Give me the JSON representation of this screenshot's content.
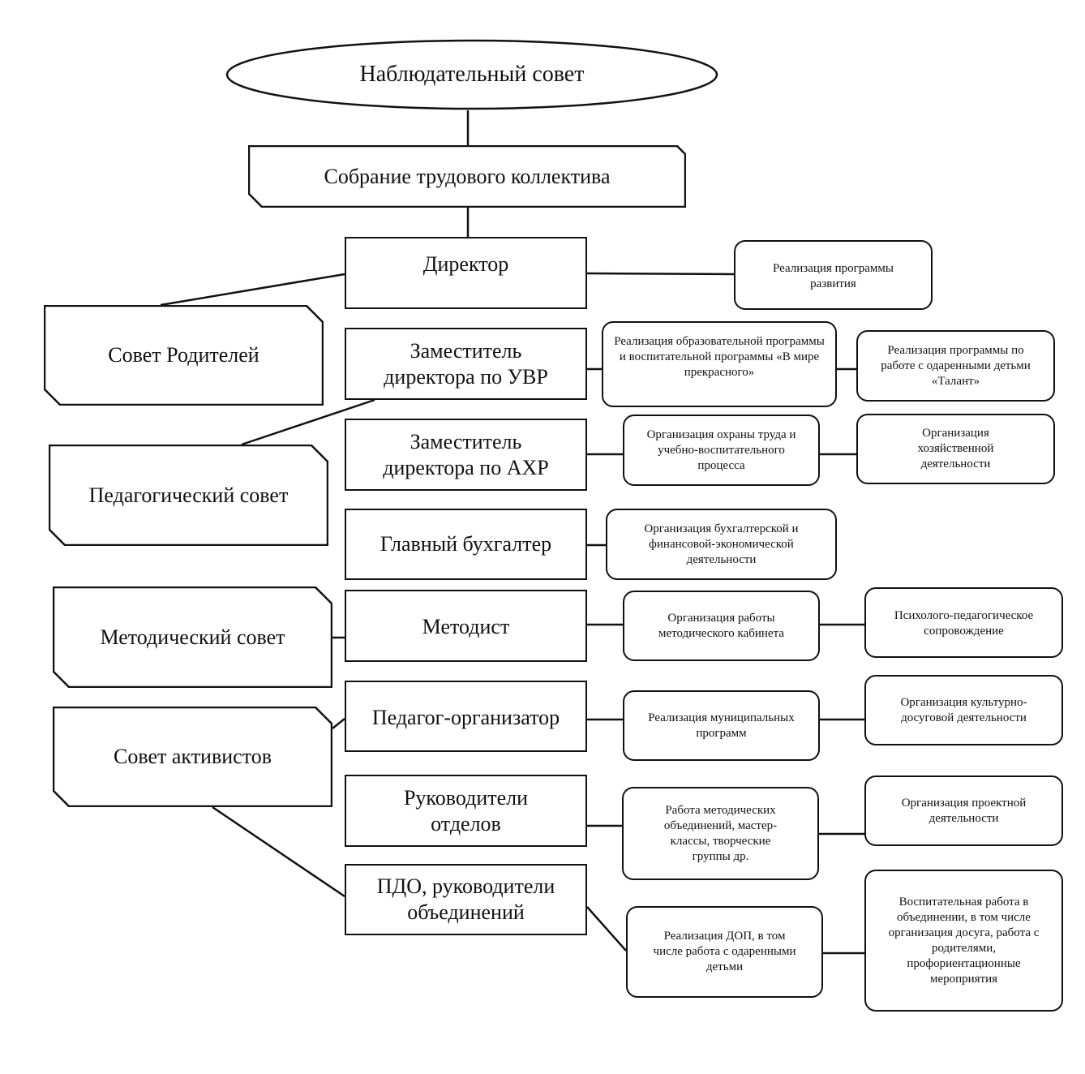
{
  "top": {
    "supervisory_board": "Наблюдательный совет",
    "labor_collective_meeting": "Собрание трудового коллектива"
  },
  "councils": {
    "parents": "Совет Родителей",
    "pedagogical": "Педагогический совет",
    "methodical": "Методический совет",
    "activists": "Совет активистов"
  },
  "positions": {
    "director": "Директор",
    "deputy_uvr": "Заместитель директора по УВР",
    "deputy_ahr": "Заместитель директора по АХР",
    "chief_accountant": "Главный бухгалтер",
    "methodist": "Методист",
    "teacher_organizer": "Педагог-организатор",
    "department_heads": "Руководители отделов",
    "pdo_heads": "ПДО, руководители объединений"
  },
  "tasks": {
    "director_1": "Реализация программы развития",
    "uvr_1": "Реализация образовательной программы и воспитательной программы «В мире прекрасного»",
    "uvr_2": "Реализация программы по работе с одаренными детьми «Талант»",
    "ahr_1": "Организация охраны труда и учебно-воспитательного процесса",
    "ahr_2": "Организация хозяйственной деятельности",
    "accountant_1": "Организация бухгалтерской и финансовой-экономической деятельности",
    "methodist_1": "Организация работы методического кабинета",
    "methodist_2": "Психолого-педагогическое сопровождение",
    "organizer_1": "Реализация муниципальных программ",
    "organizer_2": "Организация культурно-досуговой деятельности",
    "departments_1": "Работа методических объединений, мастер-классы, творческие группы др.",
    "departments_2": "Организация проектной деятельности",
    "pdo_1": "Реализация ДОП, в том числе работа с одаренными детьми",
    "pdo_2": "Воспитательная работа в объединении, в том числе организация досуга, работа с родителями, профориентационные мероприятия"
  }
}
